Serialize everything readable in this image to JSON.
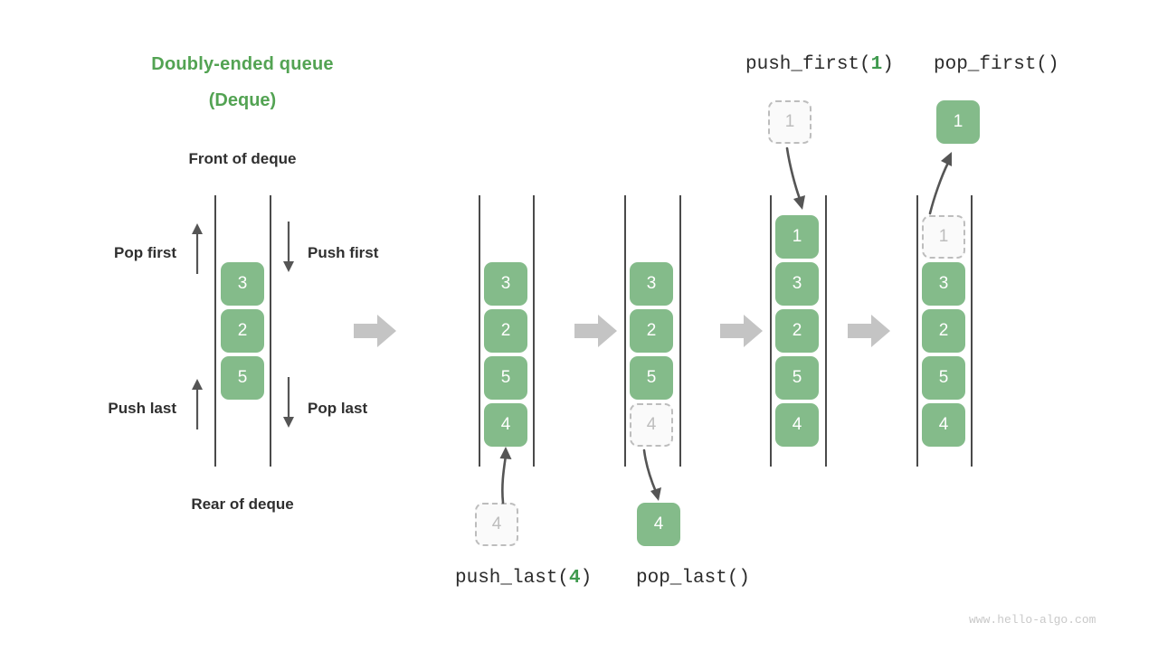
{
  "title": {
    "line1": "Doubly-ended queue",
    "line2": "(Deque)"
  },
  "captions": {
    "front": "Front of deque",
    "rear": "Rear of deque",
    "pop_first": "Pop first",
    "push_first": "Push first",
    "push_last": "Push last",
    "pop_last": "Pop last"
  },
  "operations": {
    "push_first": {
      "name": "push_first(",
      "arg": "1",
      "close": ")"
    },
    "pop_first": {
      "name": "pop_first()",
      "arg": "",
      "close": ""
    },
    "push_last": {
      "name": "push_last(",
      "arg": "4",
      "close": ")"
    },
    "pop_last": {
      "name": "pop_last()",
      "arg": "",
      "close": ""
    }
  },
  "concept_deque": {
    "cells": [
      "3",
      "2",
      "5"
    ]
  },
  "steps": [
    {
      "id": "state-initial",
      "cells": [
        "3",
        "2",
        "5",
        "4"
      ],
      "ghost_index": -1
    },
    {
      "id": "state-after-push-last",
      "cells": [
        "3",
        "2",
        "5",
        "4"
      ],
      "ghost_index": 3
    },
    {
      "id": "state-after-pop-last",
      "cells": [
        "1",
        "3",
        "2",
        "5",
        "4"
      ],
      "ghost_index": -1
    },
    {
      "id": "state-after-push-first",
      "cells": [
        "1",
        "3",
        "2",
        "5",
        "4"
      ],
      "ghost_index": 0
    }
  ],
  "floating_cells": {
    "push_last_input": "4",
    "pop_last_output": "4",
    "push_first_input": "1",
    "pop_first_output": "1"
  },
  "watermark": "www.hello-algo.com",
  "colors": {
    "green": "#84bb8a",
    "title_green": "#53a353",
    "arg_green": "#3f9a4e",
    "ghost_border": "#bdbdbd",
    "ghost_fill": "#fafafa",
    "ghost_text": "#bdbdbd",
    "rail": "#4a4a4a",
    "big_arrow": "#c4c4c4",
    "thin_arrow": "#555555",
    "caption_text": "#2f2f2f",
    "watermark_text": "#c9c9c9"
  }
}
